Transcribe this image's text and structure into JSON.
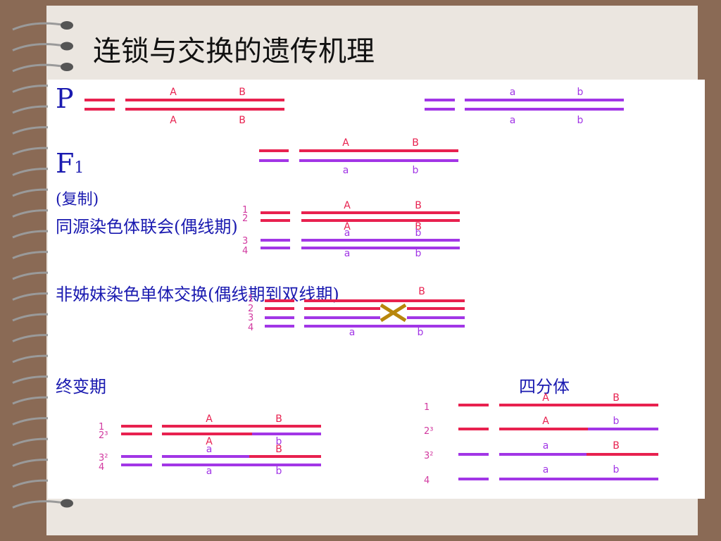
{
  "title": "连锁与交换的遗传机理",
  "labels": {
    "P": "P",
    "F": "F",
    "F_sub": "1",
    "replicate": "(复制)",
    "synapsis": "同源染色体联会(偶线期)",
    "crossover": "非姊妹染色单体交换(偶线期到双线期)",
    "diakinesis": "终变期",
    "tetrad": "四分体"
  },
  "alleles": {
    "A": "A",
    "B": "B",
    "a": "a",
    "b": "b"
  },
  "numbers": {
    "n1": "1",
    "n2": "2",
    "n3": "3",
    "n4": "4",
    "n23": "2³",
    "n32": "3²"
  },
  "colors": {
    "red": "#e8214f",
    "purple": "#a236e6",
    "cross": "#b8860b",
    "label_blue": "#1a1ab0"
  }
}
